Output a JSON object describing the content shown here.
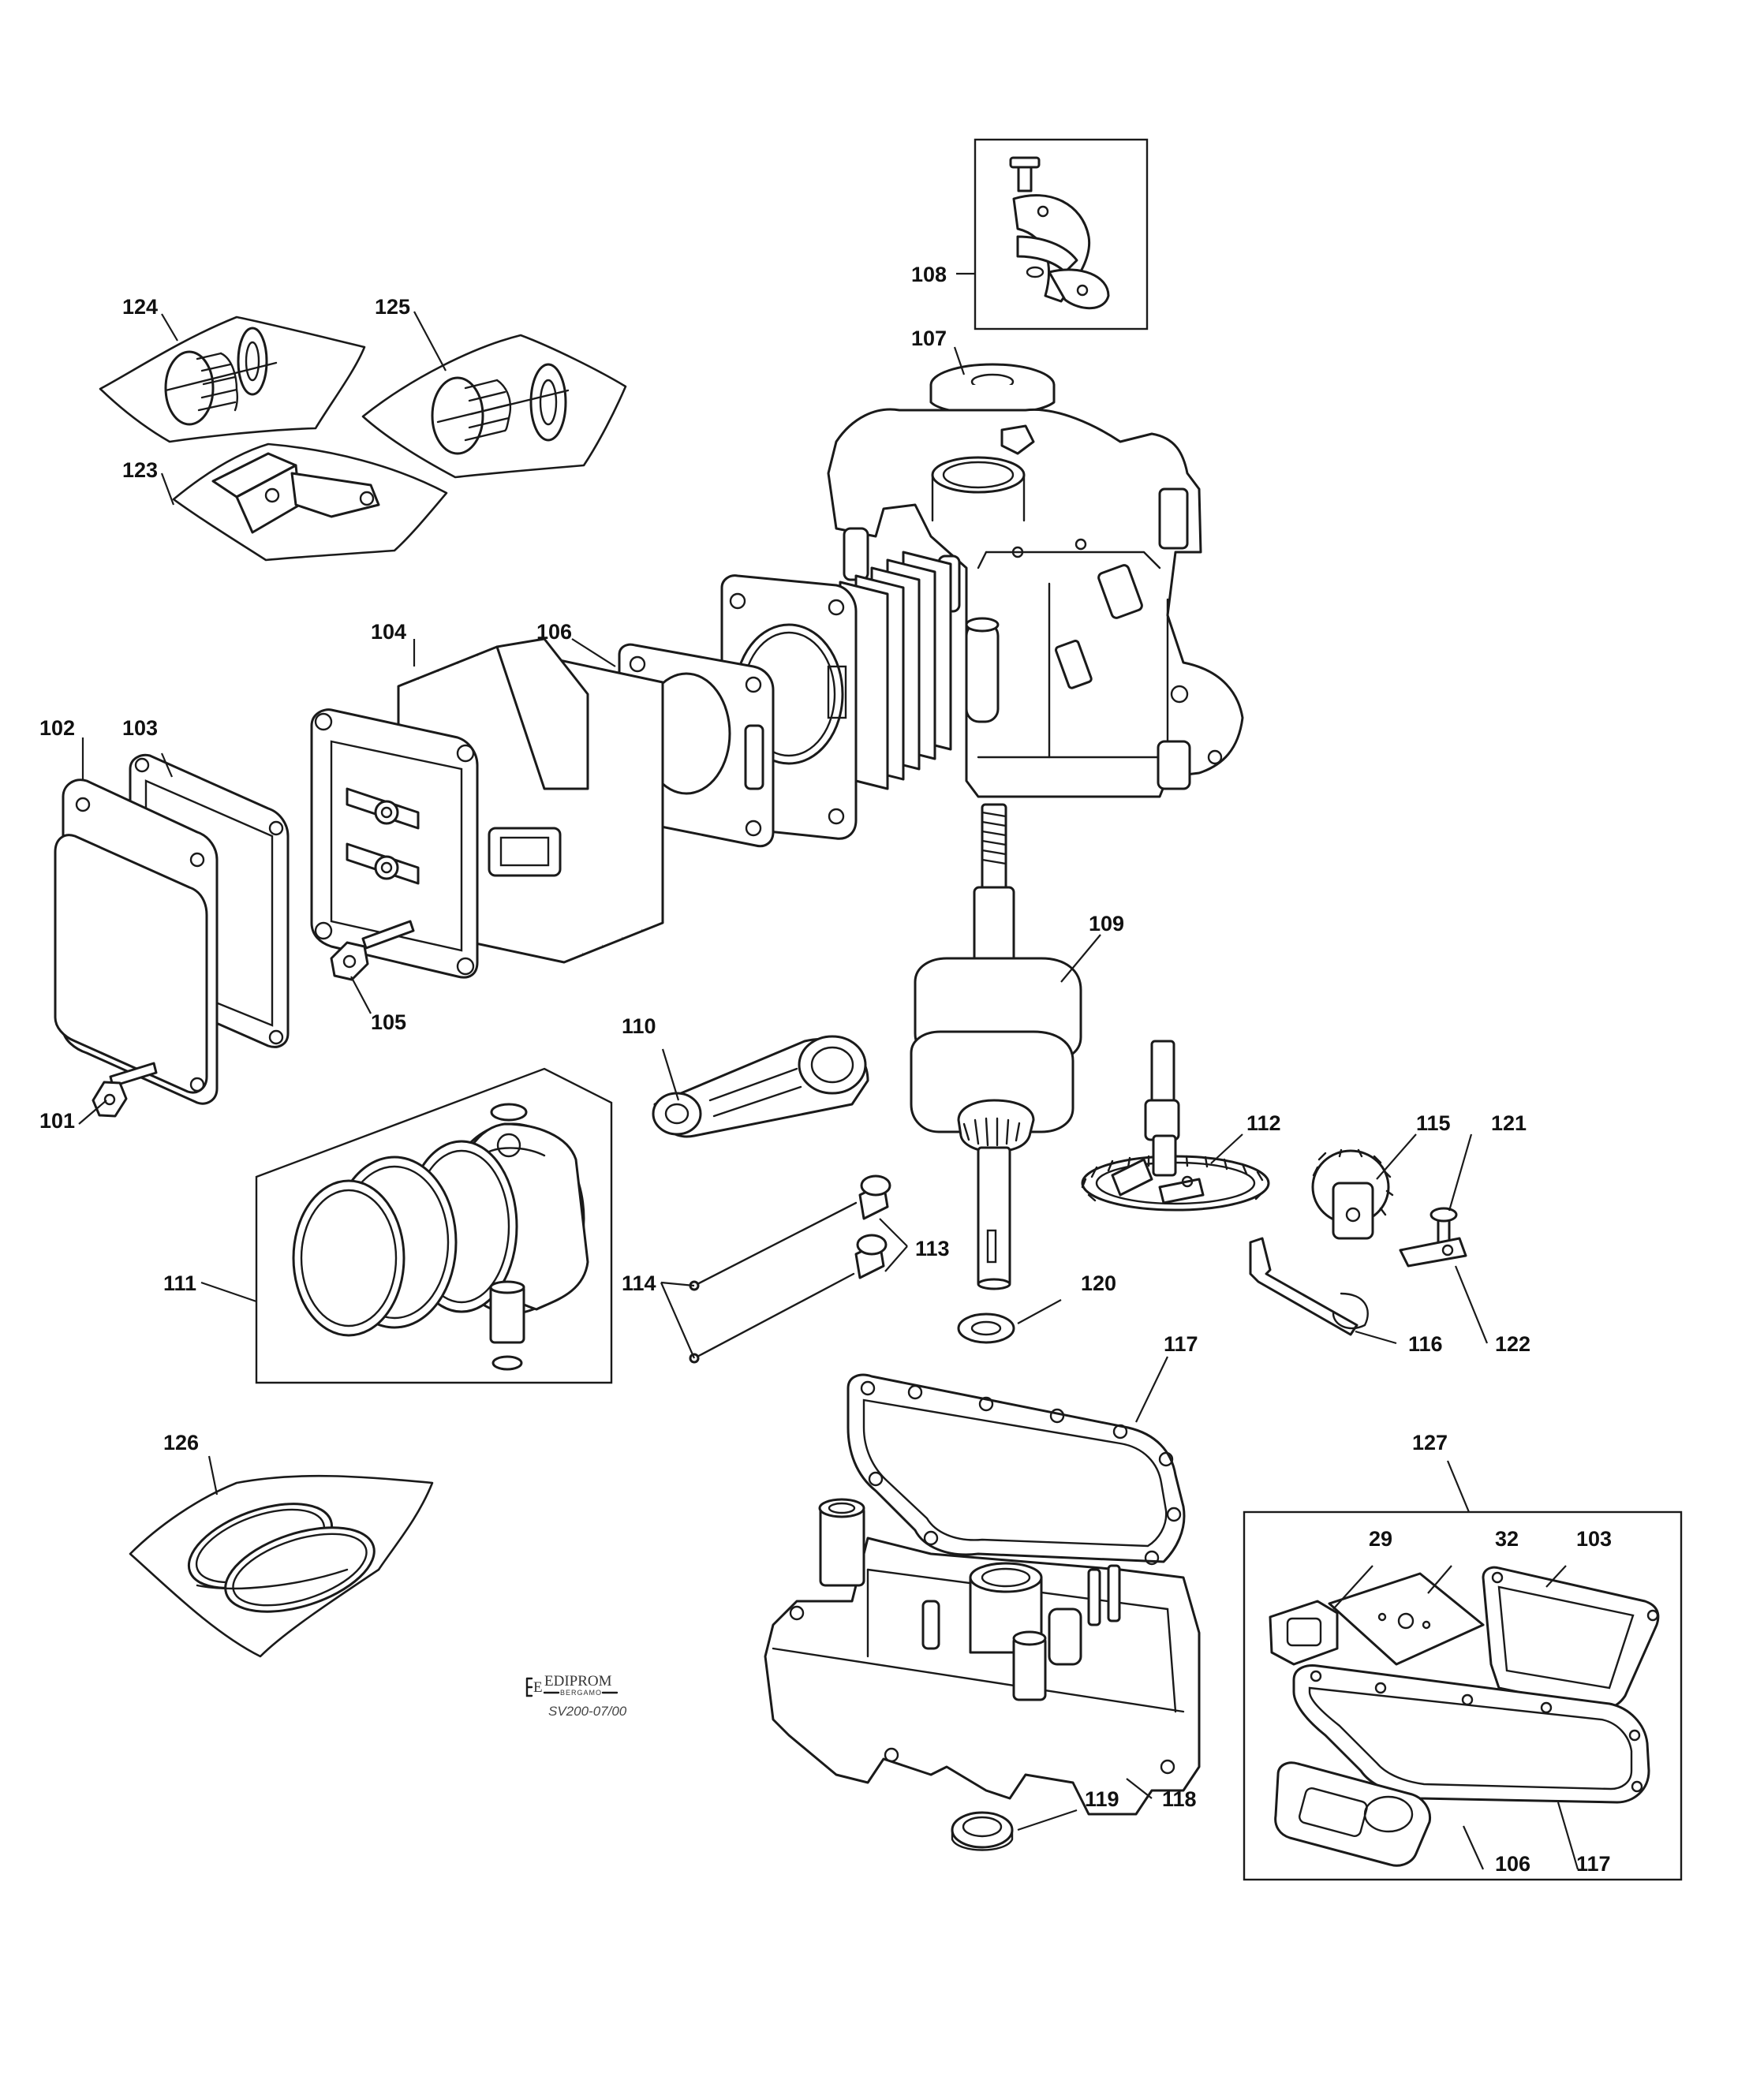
{
  "callouts": {
    "c101": "101",
    "c102": "102",
    "c103": "103",
    "c104": "104",
    "c105": "105",
    "c106": "106",
    "c107": "107",
    "c108": "108",
    "c109": "109",
    "c110": "110",
    "c111": "111",
    "c112": "112",
    "c113": "113",
    "c114": "114",
    "c115": "115",
    "c116": "116",
    "c117": "117",
    "c118": "118",
    "c119": "119",
    "c120": "120",
    "c121": "121",
    "c122": "122",
    "c123": "123",
    "c124": "124",
    "c125": "125",
    "c126": "126",
    "c127": "127",
    "kit_29": "29",
    "kit_32": "32",
    "kit_103": "103",
    "kit_106": "106",
    "kit_117": "117"
  },
  "logo": {
    "name": "EDIPROM",
    "city": "BERGAMO",
    "mark": "E"
  },
  "drawing_code": "SV200-07/00"
}
